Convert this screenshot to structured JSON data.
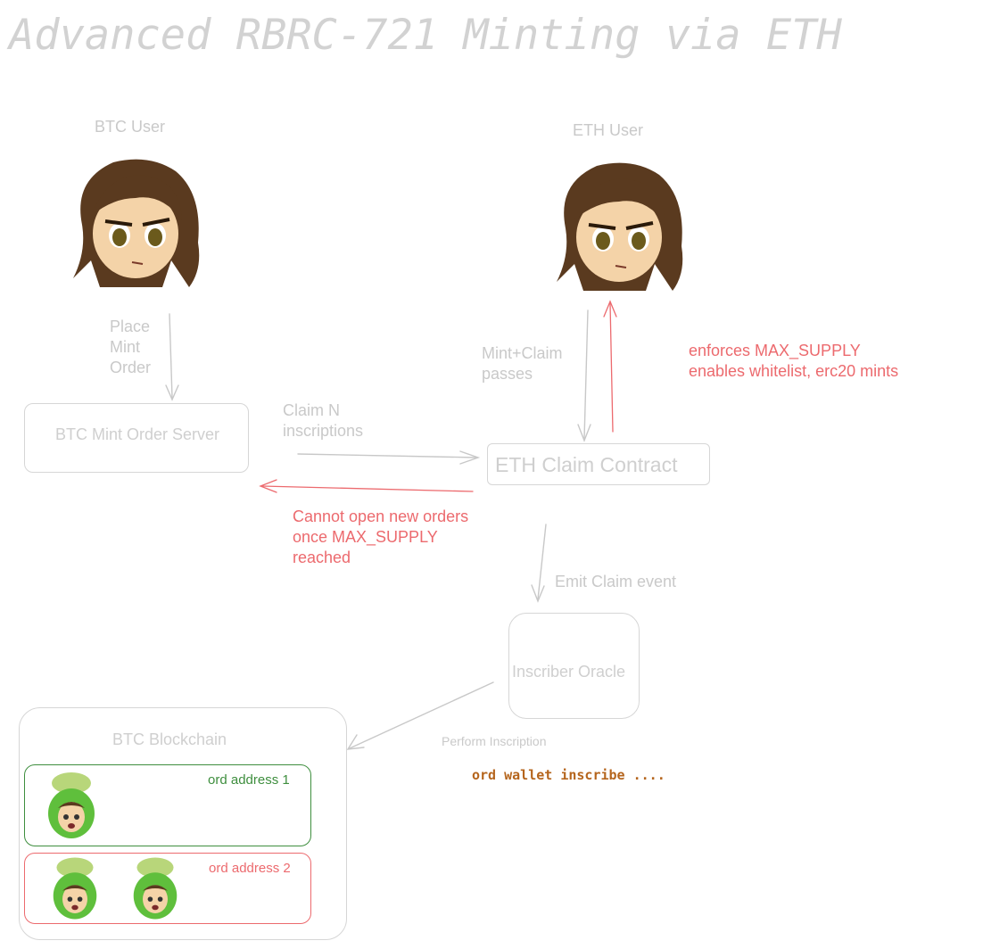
{
  "title": "Advanced RBRC-721 Minting via ETH",
  "actors": {
    "btc_user": "BTC User",
    "eth_user": "ETH User"
  },
  "nodes": {
    "btc_server": "BTC Mint Order Server",
    "eth_contract": "ETH Claim Contract",
    "oracle": "Inscriber Oracle",
    "blockchain": "BTC Blockchain",
    "address1": "ord address 1",
    "address2": "ord address 2"
  },
  "edges": {
    "place_order": [
      "Place",
      "Mint",
      "Order"
    ],
    "mint_claim": [
      "Mint+Claim",
      "passes"
    ],
    "enforces": [
      "enforces MAX_SUPPLY",
      "enables whitelist, erc20 mints"
    ],
    "claim_n": [
      "Claim N",
      "inscriptions"
    ],
    "cannot_open": [
      "Cannot open new orders",
      "once MAX_SUPPLY",
      "reached"
    ],
    "emit_claim": "Emit Claim event",
    "perform": "Perform Inscription"
  },
  "command": "ord wallet inscribe ....",
  "colors": {
    "gray_text": "#c9c9c9",
    "red_accent": "#ec6a6e",
    "green_accent": "#3e8e3e",
    "code": "#b5651d"
  }
}
